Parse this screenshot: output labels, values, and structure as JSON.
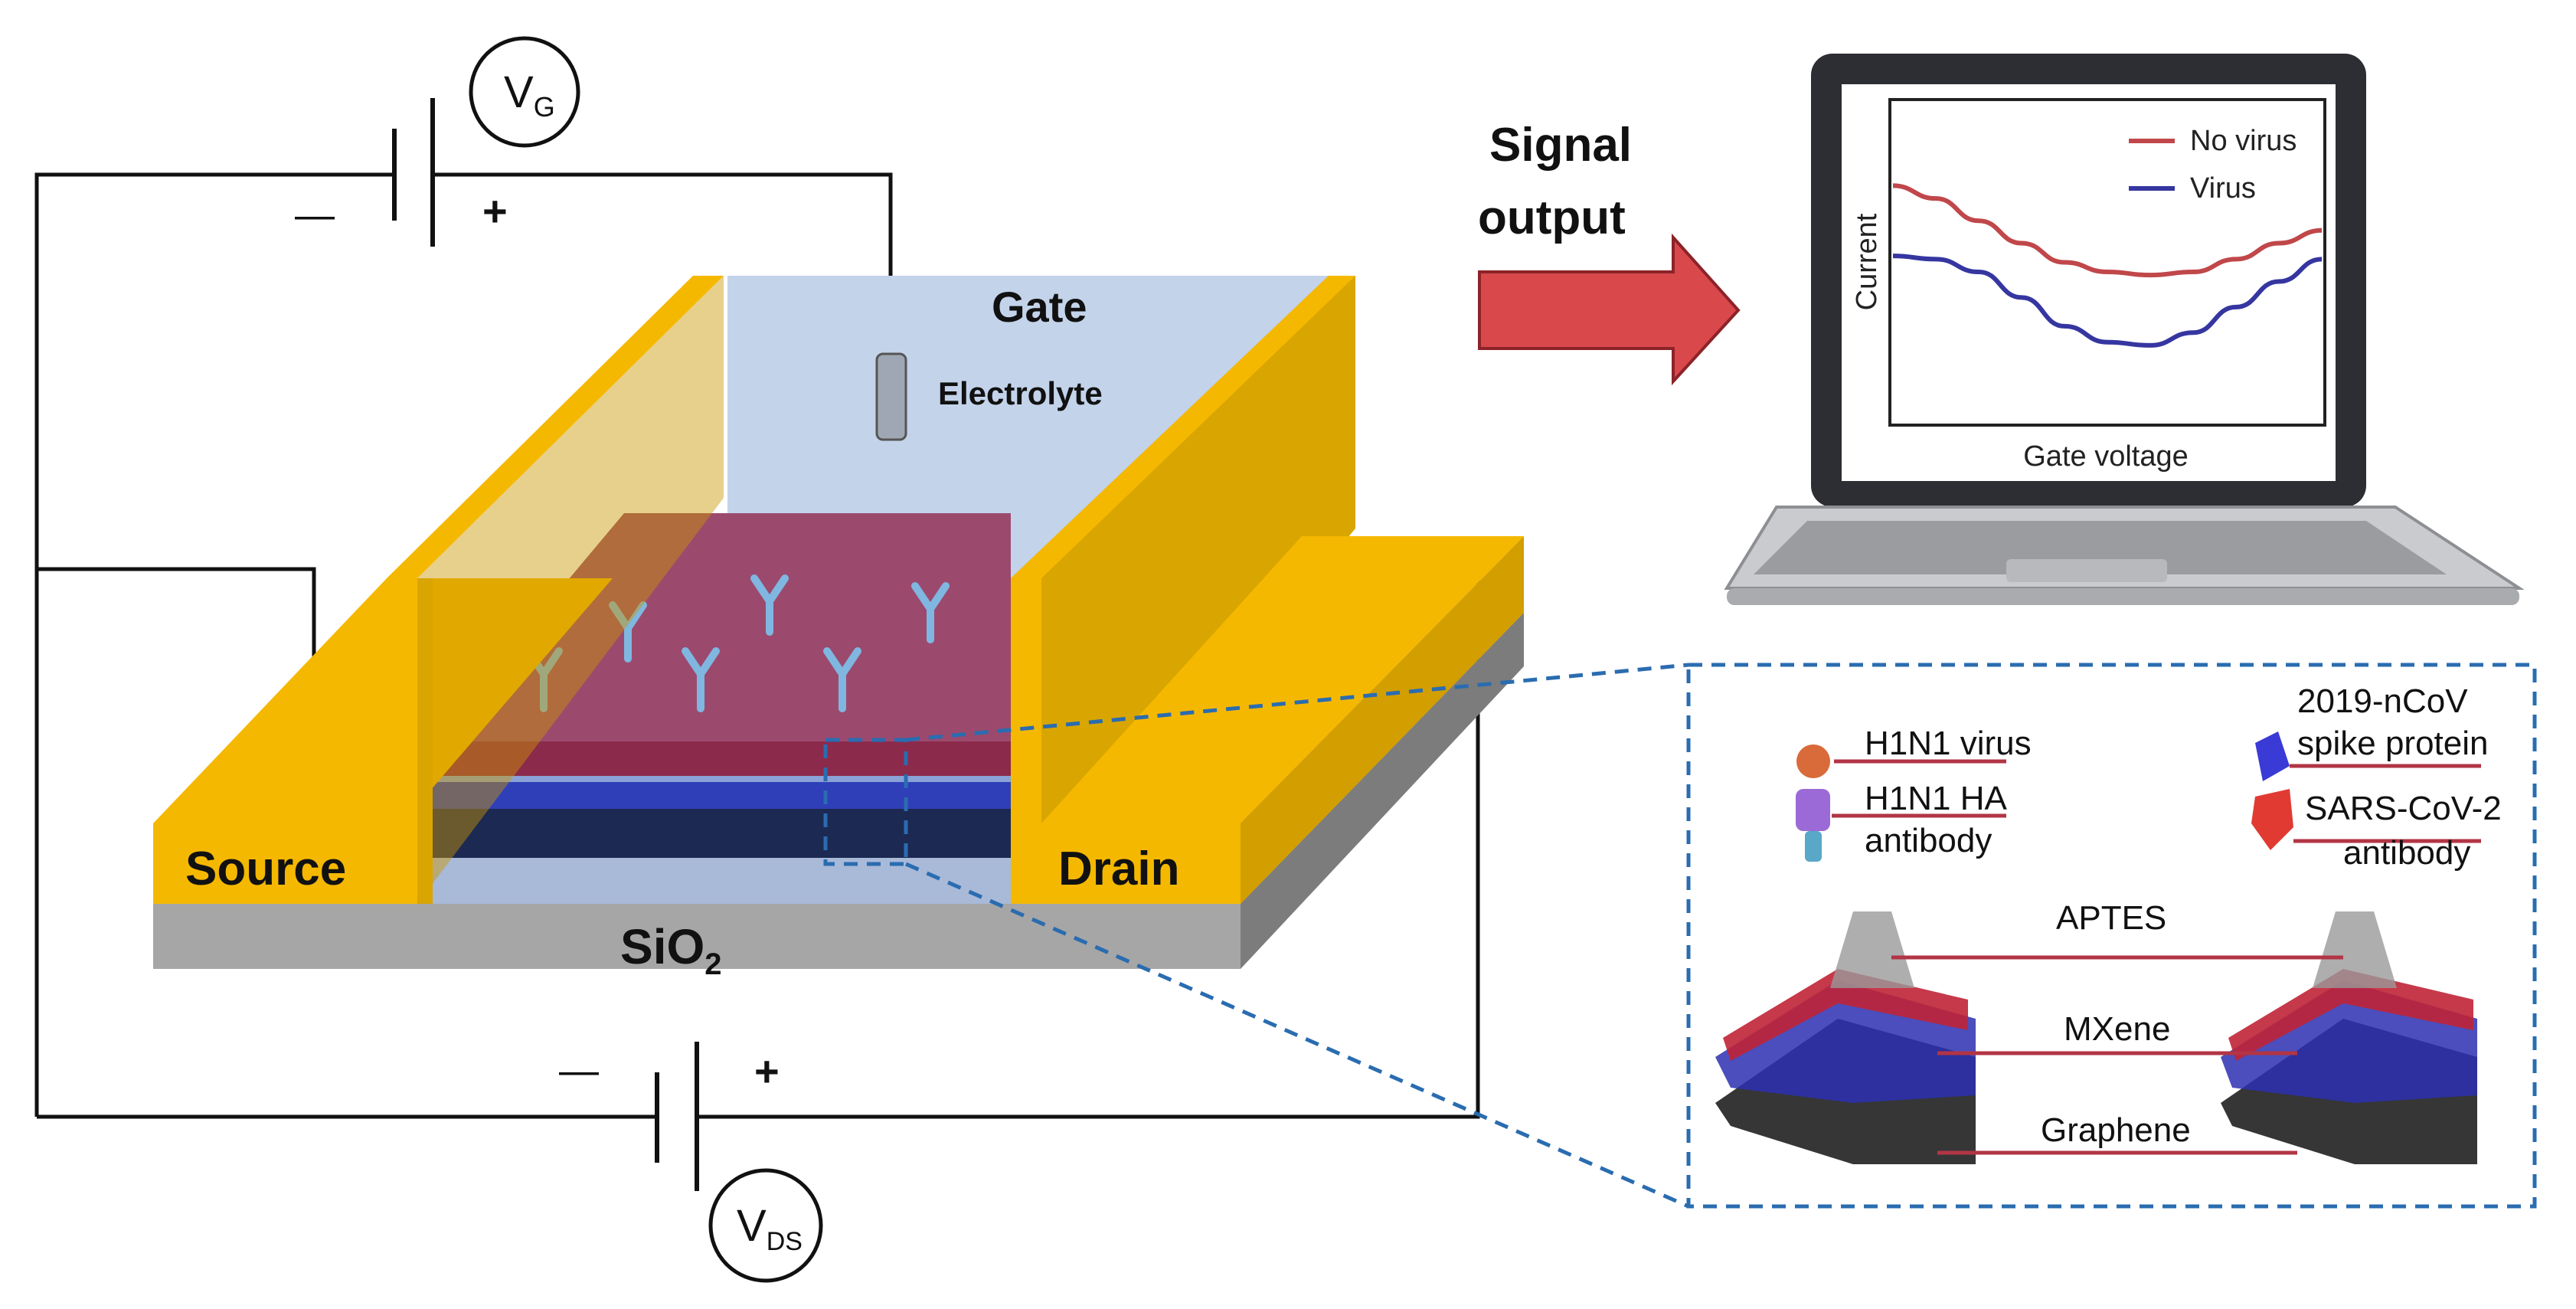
{
  "circuit": {
    "gate_source": {
      "main": "V",
      "sub": "G"
    },
    "drain_source": {
      "main": "V",
      "sub": "DS"
    },
    "minus": "—",
    "plus": "+"
  },
  "device": {
    "gate_label": "Gate",
    "electrolyte_label": "Electrolyte",
    "source_label": "Source",
    "drain_label": "Drain",
    "substrate": {
      "main": "SiO",
      "sub": "2"
    }
  },
  "signal": {
    "line1": "Signal",
    "line2": "output"
  },
  "laptop_chart": {
    "chart_data": {
      "type": "line",
      "xlabel": "Gate voltage",
      "ylabel": "Current",
      "legend_position": "top-right",
      "series": [
        {
          "name": "No virus",
          "color": "#c0474a",
          "points": [
            [
              0,
              0.74
            ],
            [
              0.1,
              0.7
            ],
            [
              0.2,
              0.63
            ],
            [
              0.3,
              0.56
            ],
            [
              0.4,
              0.5
            ],
            [
              0.5,
              0.47
            ],
            [
              0.6,
              0.46
            ],
            [
              0.7,
              0.47
            ],
            [
              0.8,
              0.51
            ],
            [
              0.9,
              0.56
            ],
            [
              1.0,
              0.6
            ]
          ]
        },
        {
          "name": "Virus",
          "color": "#3536a0",
          "points": [
            [
              0,
              0.52
            ],
            [
              0.1,
              0.51
            ],
            [
              0.2,
              0.47
            ],
            [
              0.3,
              0.39
            ],
            [
              0.4,
              0.3
            ],
            [
              0.5,
              0.25
            ],
            [
              0.6,
              0.24
            ],
            [
              0.7,
              0.28
            ],
            [
              0.8,
              0.36
            ],
            [
              0.9,
              0.44
            ],
            [
              1.0,
              0.51
            ]
          ]
        }
      ]
    }
  },
  "inset": {
    "h1n1_virus": "H1N1 virus",
    "h1n1_antibody_line1": "H1N1 HA",
    "h1n1_antibody_line2": "antibody",
    "ncov_line1": "2019-nCoV",
    "ncov_line2": "spike protein",
    "sars_line1": "SARS-CoV-2",
    "sars_line2": "antibody",
    "aptes": "APTES",
    "mxene": "MXene",
    "graphene": "Graphene"
  },
  "colors": {
    "gold": "#f5b800",
    "gold_dark": "#c99700",
    "channel": "#9b4a6e",
    "antibody": "#7fb7e0",
    "dashed": "#2a6cb0",
    "arrow": "#d9484b",
    "chart_red": "#c0474a",
    "chart_blue": "#3536a0"
  }
}
